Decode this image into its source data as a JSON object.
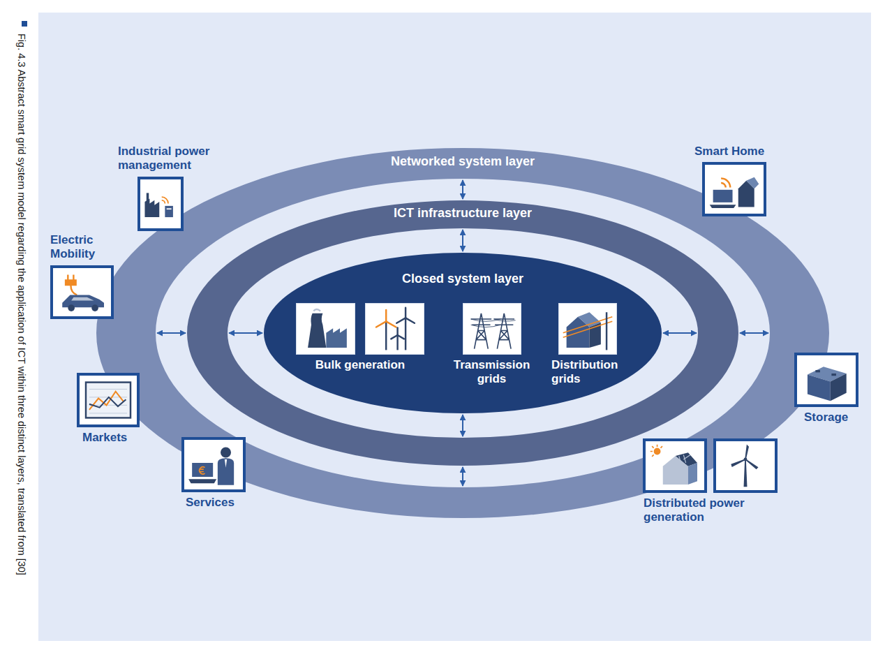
{
  "diagram": {
    "caption": "Fig. 4.3 Abstract smart grid system model regarding the application of ICT within three distinct layers, translated from [30]",
    "nodes": [
      {
        "text": [
          "Networked system layer"
        ]
      },
      {
        "text": [
          "ICT infrastructure layer"
        ],
        "in": 0
      },
      {
        "text": [
          "Closed system layer"
        ],
        "in": 1
      },
      {
        "text": [
          "Bulk generation"
        ],
        "in": 2
      },
      {
        "text": [
          "Transmission grids"
        ],
        "in": 2
      },
      {
        "text": [
          "Distribution grids"
        ],
        "in": 2
      },
      {
        "text": [
          "Industrial power management"
        ]
      },
      {
        "text": [
          "Smart Home"
        ]
      },
      {
        "text": [
          "Electric Mobility"
        ]
      },
      {
        "text": [
          "Storage"
        ]
      },
      {
        "text": [
          "Markets"
        ]
      },
      {
        "text": [
          "Services"
        ]
      },
      {
        "text": [
          "Distributed power generation"
        ]
      }
    ],
    "edges": [
      {
        "from": 0,
        "to": 1,
        "arrow": "both"
      },
      {
        "from": 0,
        "to": 1,
        "arrow": "both"
      },
      {
        "from": 0,
        "to": 1,
        "arrow": "both"
      },
      {
        "from": 0,
        "to": 1,
        "arrow": "both"
      },
      {
        "from": 1,
        "to": 2,
        "arrow": "both"
      },
      {
        "from": 1,
        "to": 2,
        "arrow": "both"
      },
      {
        "from": 1,
        "to": 2,
        "arrow": "both"
      },
      {
        "from": 1,
        "to": 2,
        "arrow": "both"
      }
    ]
  }
}
